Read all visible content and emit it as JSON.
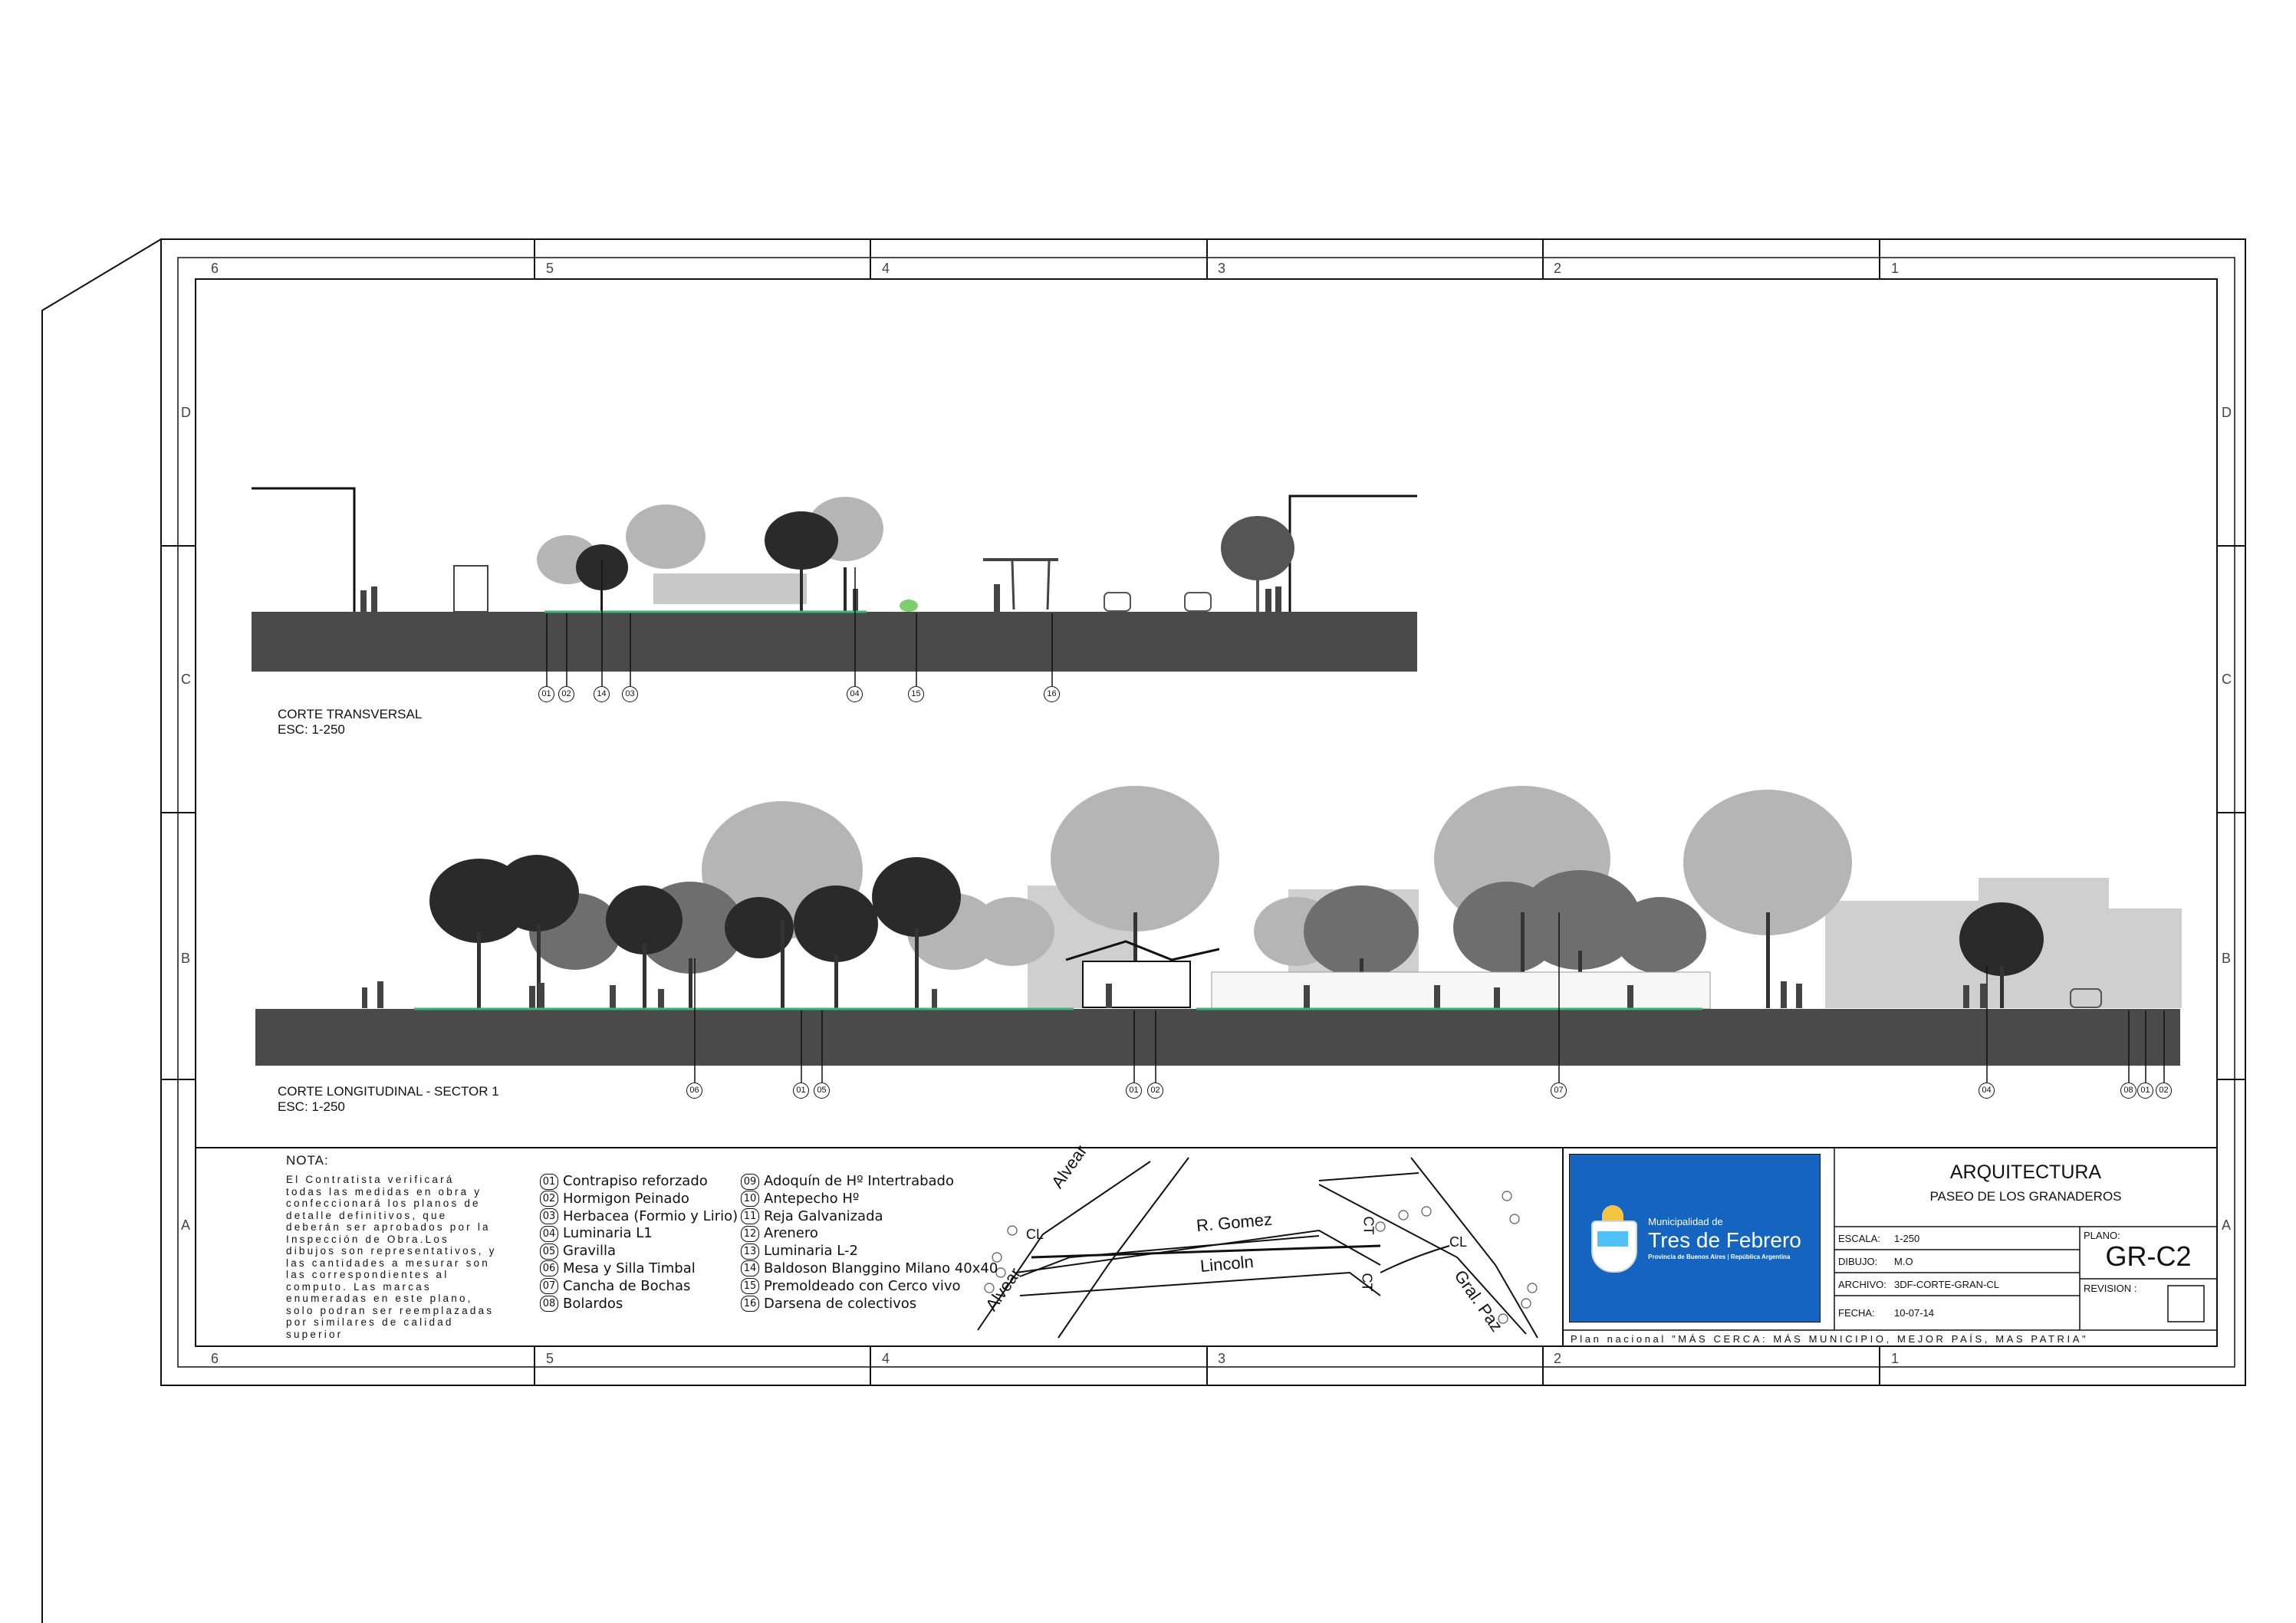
{
  "grid": {
    "columns": [
      "6",
      "5",
      "4",
      "3",
      "2",
      "1"
    ],
    "rows": [
      "D",
      "C",
      "B",
      "A"
    ]
  },
  "sections": {
    "transversal": {
      "title": "CORTE TRANSVERSAL",
      "scale": "ESC: 1-250",
      "callouts": [
        "01",
        "02",
        "14",
        "03",
        "04",
        "15",
        "16"
      ]
    },
    "longitudinal": {
      "title": "CORTE LONGITUDINAL - SECTOR 1",
      "scale": "ESC: 1-250",
      "callouts": [
        "06",
        "01",
        "05",
        "01",
        "02",
        "07",
        "04",
        "08",
        "01",
        "02"
      ]
    }
  },
  "nota": {
    "title": "NOTA:",
    "lines": [
      "El Contratista verificará",
      "todas las medidas en obra y",
      "confeccionará los planos de",
      "detalle definitivos, que",
      "deberán ser aprobados por la",
      "Inspección de Obra.Los",
      "dibujos son representativos, y",
      "las cantidades a mesurar son",
      "las correspondientes al",
      "computo. Las marcas",
      "enumeradas en este plano,",
      "solo podran ser reemplazadas",
      "por similares de calidad",
      "superior"
    ]
  },
  "legend": {
    "col1": [
      {
        "n": "01",
        "label": "Contrapiso reforzado"
      },
      {
        "n": "02",
        "label": "Hormigon Peinado"
      },
      {
        "n": "03",
        "label": "Herbacea (Formio y Lirio)"
      },
      {
        "n": "04",
        "label": "Luminaria L1"
      },
      {
        "n": "05",
        "label": "Gravilla"
      },
      {
        "n": "06",
        "label": "Mesa y Silla Timbal"
      },
      {
        "n": "07",
        "label": "Cancha de Bochas"
      },
      {
        "n": "08",
        "label": "Bolardos"
      }
    ],
    "col2": [
      {
        "n": "09",
        "label": "Adoquín de Hº Intertrabado"
      },
      {
        "n": "10",
        "label": "Antepecho Hº"
      },
      {
        "n": "11",
        "label": "Reja Galvanizada"
      },
      {
        "n": "12",
        "label": "Arenero"
      },
      {
        "n": "13",
        "label": "Luminaria L-2"
      },
      {
        "n": "14",
        "label": "Baldoson Blanggino Milano 40x40"
      },
      {
        "n": "15",
        "label": "Premoldeado con Cerco vivo"
      },
      {
        "n": "16",
        "label": "Darsena de colectivos"
      }
    ]
  },
  "key_map": {
    "streets": [
      "Alvear",
      "Alvear",
      "R. Gomez",
      "Lincoln",
      "Gral. Paz"
    ],
    "cut_marks": [
      "CL",
      "CL",
      "CT",
      "CT"
    ]
  },
  "logo": {
    "line1": "Municipalidad de",
    "line2": "Tres de Febrero",
    "line3": "Provincia de Buenos Aires | República Argentina",
    "bg_color": "#1565c0"
  },
  "title_block": {
    "discipline": "ARQUITECTURA",
    "project": "PASEO DE LOS GRANADEROS",
    "escala_label": "ESCALA:",
    "escala": "1-250",
    "dibujo_label": "DIBUJO:",
    "dibujo": "M.O",
    "archivo_label": "ARCHIVO:",
    "archivo": "3DF-CORTE-GRAN-CL",
    "fecha_label": "FECHA:",
    "fecha": "10-07-14",
    "plano_label": "PLANO:",
    "plano": "GR-C2",
    "revision_label": "REVISION :",
    "slogan": "Plan nacional \"MÁS CERCA: MÁS MUNICIPIO, MEJOR PAÍS, MAS PATRIA\""
  },
  "colors": {
    "ground": "#4a4a4a",
    "grass": "#3cb371",
    "tree_dark": "#222222",
    "tree_mid": "#6e6e6e",
    "tree_light": "#b5b5b5",
    "building": "#bdbdbd"
  }
}
